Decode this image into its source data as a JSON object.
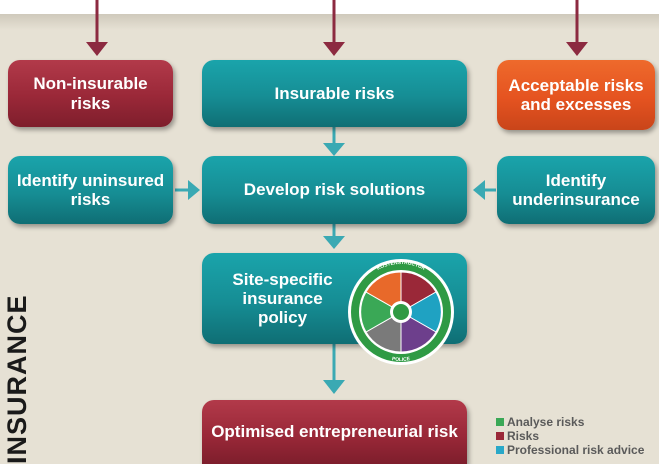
{
  "side_label": "INSURANCE",
  "boxes": {
    "non_insurable": "Non-insurable risks",
    "insurable": "Insurable risks",
    "acceptable": "Acceptable risks and excesses",
    "identify_uninsured": "Identify uninsured risks",
    "develop": "Develop risk solutions",
    "identify_under": "Identify underinsurance",
    "site_specific": "Site-specific insurance policy",
    "optimised": "Optimised entrepreneurial risk"
  },
  "wheel": {
    "outer_top": "KOSTENSTRUCTUR",
    "outer_bottom": "POLICE"
  },
  "legend": [
    {
      "label": "Analyse risks",
      "color": "#3aa856"
    },
    {
      "label": "Risks",
      "color": "#9a2838"
    },
    {
      "label": "Professional risk advice",
      "color": "#29a8c8"
    }
  ],
  "colors": {
    "teal": "#168d94",
    "maroon": "#9a2838",
    "orange": "#e55320",
    "arrow_teal": "#3aa9b3",
    "arrow_maroon": "#8c2a40"
  }
}
